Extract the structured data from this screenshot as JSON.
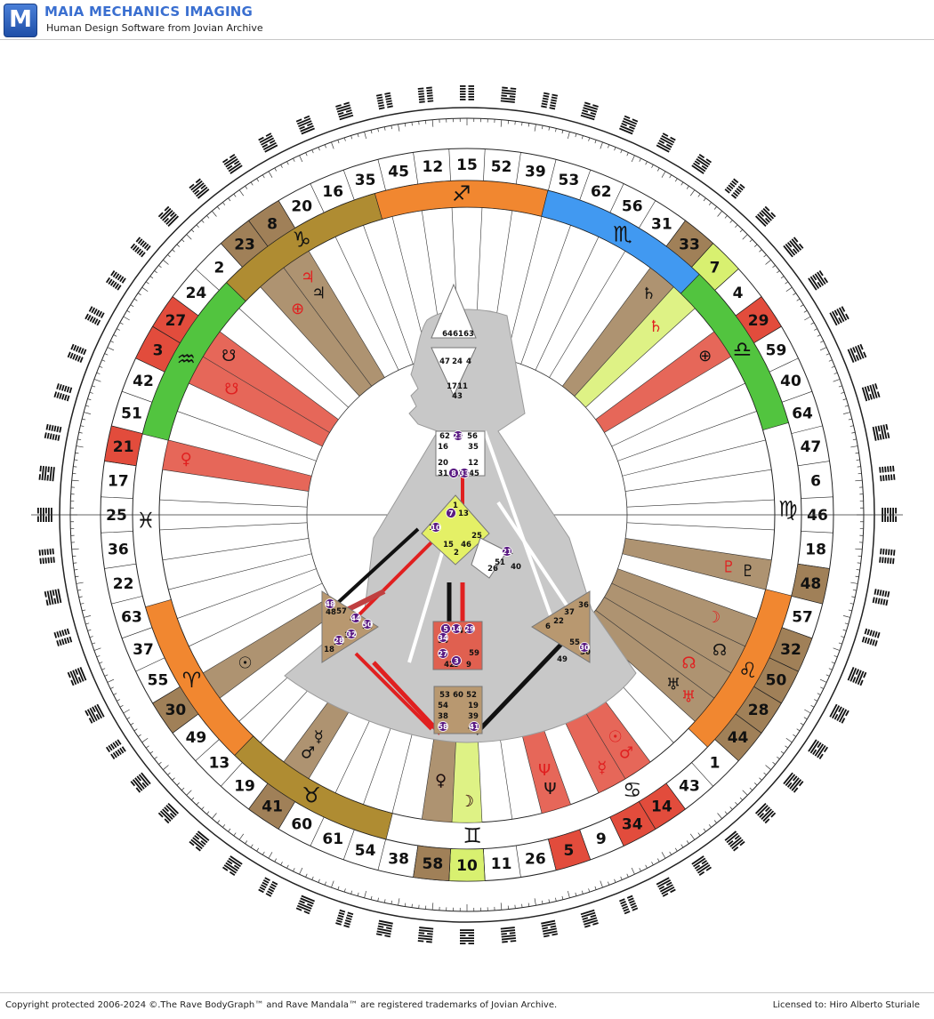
{
  "header": {
    "title": "MAIA MECHANICS IMAGING",
    "subtitle": "Human Design Software from Jovian Archive",
    "logo_letter": "M"
  },
  "colors": {
    "accent_blue": "#3a6fd0",
    "red": "#e24c3c",
    "tan": "#a08058",
    "yellow_green": "#d8f070",
    "sign_green": "#3fbe2a",
    "sign_orange": "#f07a1a",
    "sign_blue": "#2c8ef0",
    "sign_brown": "#a6801c"
  },
  "wheel": {
    "gates_clockwise_from_left": [
      25,
      17,
      21,
      51,
      42,
      3,
      27,
      24,
      2,
      23,
      8,
      20,
      16,
      35,
      45,
      12,
      15,
      52,
      39,
      53,
      62,
      56,
      31,
      33,
      7,
      4,
      29,
      59,
      40,
      64,
      47,
      6,
      46,
      18,
      48,
      57,
      32,
      50,
      28,
      44,
      1,
      43,
      14,
      34,
      9,
      5,
      26,
      11,
      10,
      58,
      38,
      54,
      61,
      60,
      41,
      19,
      13,
      49,
      30,
      55,
      37,
      63,
      22,
      36
    ],
    "highlight_red": [
      21,
      3,
      27,
      29,
      5,
      34,
      14
    ],
    "highlight_tan": [
      30,
      41,
      58,
      8,
      23,
      33,
      48,
      32,
      50,
      28,
      44
    ],
    "highlight_yellow": [
      10,
      7
    ],
    "signs": [
      {
        "name": "capricorn-sign",
        "glyph": "♑",
        "color": "#a6801c"
      },
      {
        "name": "sagittarius-sign",
        "glyph": "♐",
        "color": "#f07a1a"
      },
      {
        "name": "scorpio-sign",
        "glyph": "♏",
        "color": "#2c8ef0"
      },
      {
        "name": "libra-sign",
        "glyph": "♎",
        "color": "#3fbe2a"
      },
      {
        "name": "virgo-sign",
        "glyph": "♍",
        "color": "#ffffff"
      },
      {
        "name": "leo-sign",
        "glyph": "♌",
        "color": "#f07a1a"
      },
      {
        "name": "cancer-sign",
        "glyph": "♋",
        "color": "#ffffff"
      },
      {
        "name": "gemini-sign",
        "glyph": "♊",
        "color": "#ffffff"
      },
      {
        "name": "taurus-sign",
        "glyph": "♉",
        "color": "#a6801c"
      },
      {
        "name": "aries-sign",
        "glyph": "♈",
        "color": "#f07a1a"
      },
      {
        "name": "pisces-sign",
        "glyph": "♓",
        "color": "#ffffff"
      },
      {
        "name": "aquarius-sign",
        "glyph": "♒",
        "color": "#3fbe2a"
      }
    ],
    "planets": [
      {
        "name": "moon-symbol-red",
        "glyph": "☽",
        "color": "#e02020",
        "gate": 10
      },
      {
        "name": "pluto-symbol-red",
        "glyph": "♀",
        "color": "#e02020",
        "gate": 58
      },
      {
        "name": "neptune-symbol-black",
        "glyph": "Ψ",
        "color": "#111111",
        "gate": 5
      },
      {
        "name": "neptune-symbol-red",
        "glyph": "Ψ",
        "color": "#e02020",
        "gate": 5
      },
      {
        "name": "mercury-symbol-red",
        "glyph": "☿",
        "color": "#e02020",
        "gate": 34
      },
      {
        "name": "sun-symbol-red",
        "glyph": "☉",
        "color": "#e02020",
        "gate": 14
      },
      {
        "name": "mars-symbol-red",
        "glyph": "♂",
        "color": "#e02020",
        "gate": 14
      },
      {
        "name": "uranus-symbol-black",
        "glyph": "♅",
        "color": "#111111",
        "gate": 44
      },
      {
        "name": "uranus-symbol-red",
        "glyph": "♅",
        "color": "#e02020",
        "gate": 44
      },
      {
        "name": "node-symbol-red",
        "glyph": "☊",
        "color": "#e02020",
        "gate": 28
      },
      {
        "name": "node-symbol-black",
        "glyph": "☊",
        "color": "#111111",
        "gate": 50
      },
      {
        "name": "moon-symbol-red-2",
        "glyph": "☽",
        "color": "#e02020",
        "gate": 32
      },
      {
        "name": "pluto-symbol-black",
        "glyph": "♇",
        "color": "#111111",
        "gate": 48
      },
      {
        "name": "pluto-symbol-red-2",
        "glyph": "♇",
        "color": "#e02020",
        "gate": 48
      },
      {
        "name": "earth-symbol-black",
        "glyph": "⊕",
        "color": "#111111",
        "gate": 29
      },
      {
        "name": "saturn-symbol-red",
        "glyph": "♄",
        "color": "#e02020",
        "gate": 7
      },
      {
        "name": "saturn-symbol-black",
        "glyph": "♄",
        "color": "#111111",
        "gate": 33
      },
      {
        "name": "jupiter-symbol-black",
        "glyph": "♃",
        "color": "#111111",
        "gate": 8
      },
      {
        "name": "jupiter-symbol-red",
        "glyph": "♃",
        "color": "#e02020",
        "gate": 8
      },
      {
        "name": "earth-symbol-red",
        "glyph": "⊕",
        "color": "#e02020",
        "gate": 23
      },
      {
        "name": "south-node-symbol-black",
        "glyph": "☋",
        "color": "#111111",
        "gate": 27
      },
      {
        "name": "south-node-symbol-red",
        "glyph": "☋",
        "color": "#e02020",
        "gate": 3
      },
      {
        "name": "venus-symbol-red",
        "glyph": "♀",
        "color": "#e02020",
        "gate": 21
      },
      {
        "name": "sun-symbol-black",
        "glyph": "☉",
        "color": "#111111",
        "gate": 30
      },
      {
        "name": "mars-symbol-black",
        "glyph": "♂",
        "color": "#111111",
        "gate": 41
      },
      {
        "name": "mercury-symbol-black",
        "glyph": "☿",
        "color": "#111111",
        "gate": 41
      },
      {
        "name": "moon-symbol-black",
        "glyph": "☽",
        "color": "#111111",
        "gate": 10
      },
      {
        "name": "venus-symbol-black",
        "glyph": "♀",
        "color": "#111111",
        "gate": 58
      }
    ]
  },
  "bodygraph": {
    "head_gates": [
      "64",
      "61",
      "63"
    ],
    "ajna_gates": [
      "47",
      "24",
      "4",
      "17",
      "11",
      "43"
    ],
    "throat_gates": [
      "62",
      "23",
      "56",
      "16",
      "35",
      "20",
      "12",
      "31",
      "8",
      "33",
      "45"
    ],
    "g_gates": [
      "1",
      "7",
      "13",
      "10",
      "25",
      "15",
      "2",
      "46"
    ],
    "ego_gates": [
      "21",
      "26",
      "51",
      "40"
    ],
    "spleen_gates": [
      "48",
      "57",
      "44",
      "50",
      "32",
      "28",
      "18"
    ],
    "sacral_gates": [
      "5",
      "14",
      "29",
      "34",
      "27",
      "42",
      "3",
      "9",
      "59"
    ],
    "solar_gates": [
      "36",
      "37",
      "22",
      "6",
      "49",
      "55",
      "30"
    ],
    "root_gates": [
      "53",
      "60",
      "52",
      "54",
      "19",
      "38",
      "39",
      "58",
      "41"
    ]
  },
  "footer": {
    "copyright": "Copyright protected 2006-2024 ©.The Rave BodyGraph™ and Rave Mandala™ are registered trademarks of Jovian Archive.",
    "license": "Licensed to: Hiro Alberto Sturiale"
  }
}
